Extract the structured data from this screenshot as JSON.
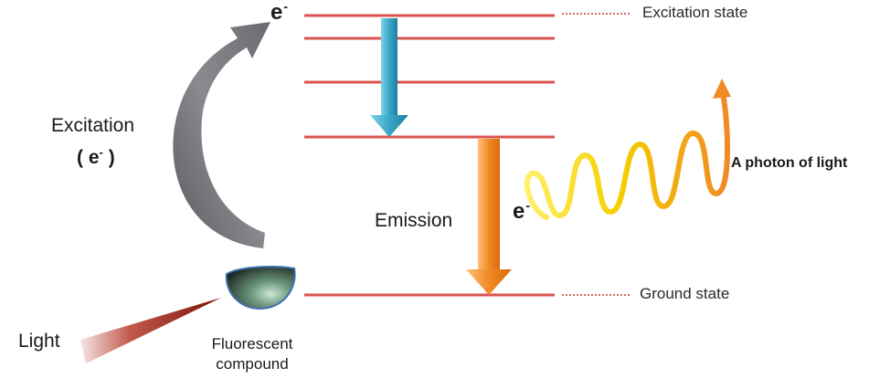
{
  "labels": {
    "excitation_state": "Excitation state",
    "ground_state": "Ground state",
    "excitation": "Excitation",
    "excitation_electron": "( e",
    "excitation_electron_sup": "-",
    "excitation_electron_close": " )",
    "emission": "Emission",
    "photon": "A photon of light",
    "light": "Light",
    "compound_line1": "Fluorescent",
    "compound_line2": "compound",
    "electron_top": "e",
    "electron_top_sup": "-",
    "electron_mid": "e",
    "electron_mid_sup": "-"
  },
  "colors": {
    "energy_level": "#d9534f",
    "dotted_leader": "#c0392b",
    "relaxation_arrow": "#3aa7c8",
    "emission_arrow": "#f08a24",
    "excitation_arrow": "#6f6f73",
    "photon_wave": "#f5d000",
    "light_beam": "#8b1a10",
    "compound": "#3c5a46"
  },
  "icons": {
    "excitation_arrow": "curved-arrow-icon",
    "relaxation_arrow": "down-arrow-icon",
    "emission_arrow": "down-arrow-icon",
    "photon": "wavy-arrow-icon",
    "light_beam": "light-beam-icon",
    "compound": "droplet-icon"
  }
}
